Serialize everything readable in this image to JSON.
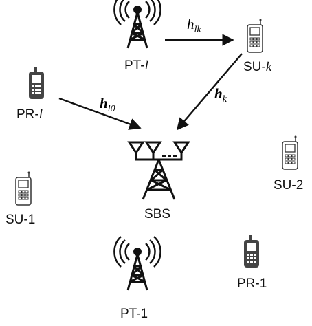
{
  "nodes": {
    "pt_l": {
      "name": "PT-",
      "idx": "l"
    },
    "su_k": {
      "name": "SU-",
      "idx": "k"
    },
    "pr_l": {
      "name": "PR-",
      "idx": "l"
    },
    "sbs": {
      "name": "SBS"
    },
    "su_2": {
      "name": "SU-2"
    },
    "su_1": {
      "name": "SU-1"
    },
    "pt_1": {
      "name": "PT-1"
    },
    "pr_1": {
      "name": "PR-1"
    }
  },
  "channels": {
    "h_lk": {
      "base": "h",
      "sub": "lk"
    },
    "h_l0": {
      "base": "h",
      "sub": "l0"
    },
    "h_k": {
      "base": "h",
      "sub": "k"
    }
  },
  "colors": {
    "ink": "#111111",
    "phone_body": "#444444",
    "phone_screen": "#ffffff"
  },
  "icons": {
    "transmitter": "radio-tower-icon",
    "receiver": "mobile-phone-icon",
    "base_station": "base-station-icon"
  }
}
